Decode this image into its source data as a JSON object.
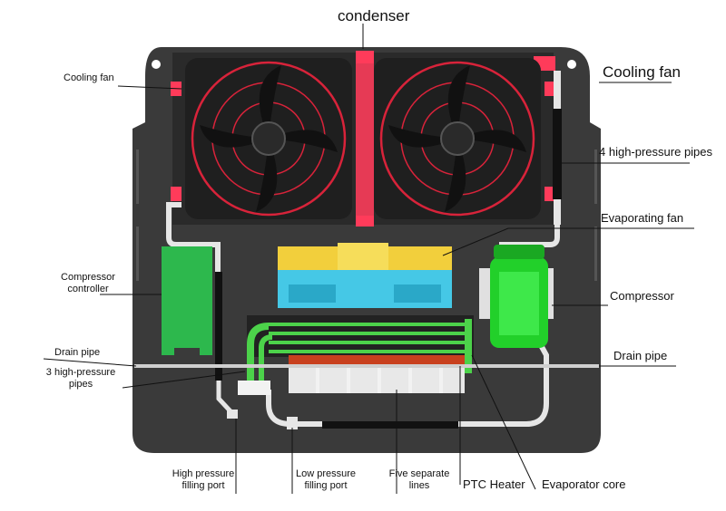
{
  "labels": {
    "condenser": "condenser",
    "cooling_fan_left": "Cooling fan",
    "cooling_fan_right": "Cooling fan",
    "high_pressure_pipes_4": "4 high-pressure pipes",
    "evaporating_fan": "Evaporating fan",
    "compressor_controller_line1": "Compressor",
    "compressor_controller_line2": "controller",
    "compressor": "Compressor",
    "drain_pipe_left": "Drain pipe",
    "drain_pipe_right": "Drain pipe",
    "high_pressure_pipes_3_line1": "3 high-pressure",
    "high_pressure_pipes_3_line2": "pipes",
    "high_pressure_port_line1": "High pressure",
    "high_pressure_port_line2": "filling port",
    "low_pressure_port_line1": "Low pressure",
    "low_pressure_port_line2": "filling port",
    "separate_lines_line1": "Five separate",
    "separate_lines_line2": "lines",
    "ptc_heater": "PTC Heater",
    "evaporator_core": "Evaporator core"
  },
  "colors": {
    "plate": "#3a3a3a",
    "fan": "#1f1f1f",
    "fan_guard": "#d8233a",
    "controller": "#2db84d",
    "compressor": "#22d02a",
    "evaporator": "#4cd24a",
    "blower_yellow": "#f2cf3c",
    "blower_cyan": "#45c8e6",
    "ptc": "#c8401e",
    "pipe": "#e6e6e6"
  }
}
